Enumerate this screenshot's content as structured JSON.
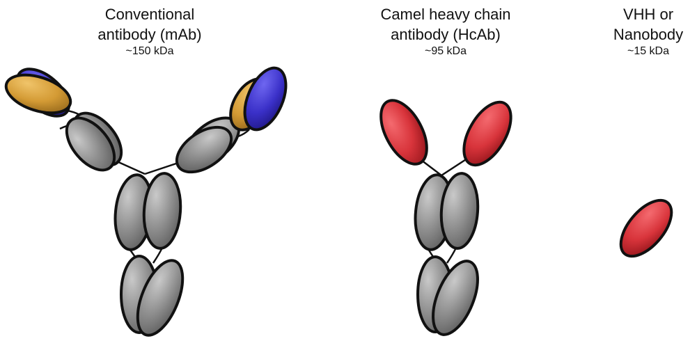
{
  "labels": {
    "mab": {
      "line1": "Conventional",
      "line2": "antibody (mAb)",
      "size": "~150 kDa"
    },
    "hcab": {
      "line1": "Camel heavy chain",
      "line2": "antibody (HcAb)",
      "size": "~95 kDa"
    },
    "vhh": {
      "line1": "VHH or",
      "line2": "Nanobody",
      "size": "~15 kDa"
    }
  },
  "colors": {
    "constant_domain": "#8a8a8a",
    "light_chain": "#d9a037",
    "variable_light": "#3e33c8",
    "vhh_domain": "#d6333c",
    "outline": "#111111"
  }
}
